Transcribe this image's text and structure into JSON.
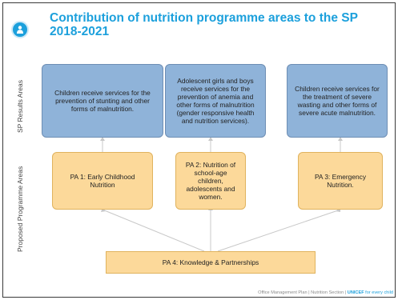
{
  "title": "Contribution of nutrition programme areas to the SP 2018-2021",
  "side_labels": {
    "results": "SP Results Areas",
    "programme": "Proposed Programme Areas"
  },
  "results_boxes": [
    "Children receive services for the prevention of stunting and other forms of malnutrition.",
    "Adolescent girls and boys receive services for the prevention of anemia and other forms of malnutrition (gender responsive health and nutrition services).",
    "Children receive services for the treatment of severe wasting and other forms of severe acute malnutrition."
  ],
  "programme_boxes": [
    "PA 1: Early Childhood Nutrition",
    "PA 2: Nutrition of school-age children, adolescents and women.",
    "PA 3: Emergency Nutrition."
  ],
  "base_box": "PA 4: Knowledge & Partnerships",
  "footer": {
    "text": "Office Management Plan | Nutrition Section | ",
    "brand": "UNICEF",
    "tagline": " for every child"
  },
  "colors": {
    "title": "#1ca0dc",
    "results_fill": "#8fb3d9",
    "programme_fill": "#fcd99a",
    "connector": "#c8c8c8"
  }
}
